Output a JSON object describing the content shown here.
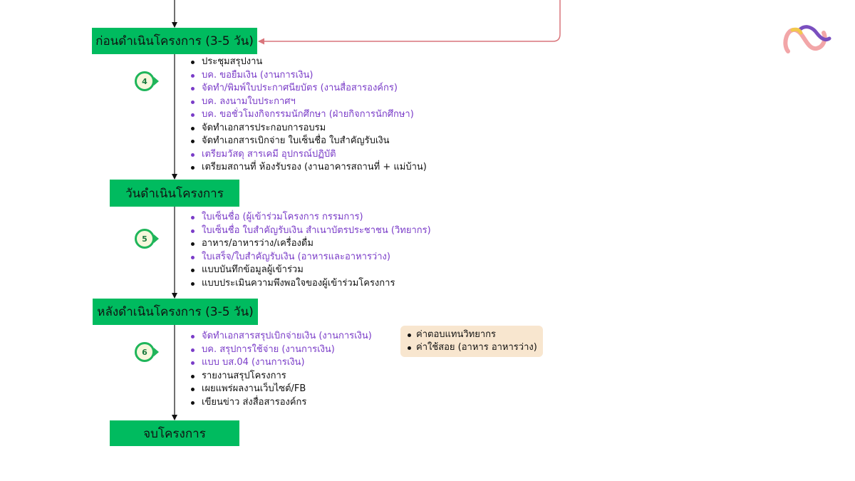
{
  "colors": {
    "box_fill": "#00bb5f",
    "text_black": "#111111",
    "text_purple": "#7a3cc8",
    "return_line": "#d9757b",
    "badge_ring": "#1fb55a",
    "note_fill": "#f8e6cf"
  },
  "logo": {
    "icon": "infinity-logo-icon"
  },
  "stages": {
    "before": {
      "label": "ก่อนดำเนินโครงการ (3-5 วัน)"
    },
    "during": {
      "label": "วันดำเนินโครงการ"
    },
    "after": {
      "label": "หลังดำเนินโครงการ (3-5 วัน)"
    },
    "end": {
      "label": "จบโครงการ"
    }
  },
  "steps": {
    "s4": {
      "number": "4",
      "items": [
        {
          "text": "ประชุมสรุปงาน",
          "color": "black"
        },
        {
          "text": "บค. ขอยืมเงิน (งานการเงิน)",
          "color": "purple"
        },
        {
          "text": "จัดทำ/พิมพ์ใบประกาศนียบัตร  (งานสื่อสารองค์กร)",
          "color": "purple"
        },
        {
          "text": "บค. ลงนามใบประกาศฯ",
          "color": "purple"
        },
        {
          "text": "บค. ขอชั่วโมงกิจกรรมนักศึกษา  (ฝ่ายกิจการนักศึกษา)",
          "color": "purple"
        },
        {
          "text": "จัดทำเอกสารประกอบการอบรม",
          "color": "black"
        },
        {
          "text": "จัดทำเอกสารเบิกจ่าย ใบเซ็นชื่อ ใบสำคัญรับเงิน",
          "color": "black"
        },
        {
          "text": "เตรียมวัสดุ สารเคมี อุปกรณ์ปฏิบัติ",
          "color": "purple"
        },
        {
          "text": "เตรียมสถานที่ ห้องรับรอง (งานอาคารสถานที่ + แม่บ้าน)",
          "color": "black"
        }
      ]
    },
    "s5": {
      "number": "5",
      "items": [
        {
          "text": "ใบเซ็นชื่อ (ผู้เข้าร่วมโครงการ กรรมการ)",
          "color": "purple"
        },
        {
          "text": "ใบเซ็นชื่อ ใบสำคัญรับเงิน สำเนาบัตรประชาชน (วิทยากร)",
          "color": "purple"
        },
        {
          "text": "อาหาร/อาหารว่าง/เครื่องดื่ม",
          "color": "black"
        },
        {
          "text": "ใบเสร็จ/ใบสำคัญรับเงิน (อาหารและอาหารว่าง)",
          "color": "purple"
        },
        {
          "text": "แบบบันทึกข้อมูลผู้เข้าร่วม",
          "color": "black"
        },
        {
          "text": "แบบประเมินความพึงพอใจของผู้เข้าร่วมโครงการ",
          "color": "black"
        }
      ]
    },
    "s6": {
      "number": "6",
      "items": [
        {
          "text": "จัดทำเอกสารสรุปเบิกจ่ายเงิน (งานการเงิน)",
          "color": "purple"
        },
        {
          "text": "บค. สรุปการใช้จ่าย (งานการเงิน)",
          "color": "purple"
        },
        {
          "text": "แบบ บส.04 (งานการเงิน)",
          "color": "purple"
        },
        {
          "text": "รายงานสรุปโครงการ",
          "color": "black"
        },
        {
          "text": "เผยแพร่ผลงานเว็บไซต์/FB",
          "color": "black"
        },
        {
          "text": "เขียนข่าว ส่งสื่อสารองค์กร",
          "color": "black"
        }
      ],
      "note": [
        "ค่าตอบแทนวิทยากร",
        "ค่าใช้สอย (อาหาร อาหารว่าง)"
      ]
    }
  }
}
